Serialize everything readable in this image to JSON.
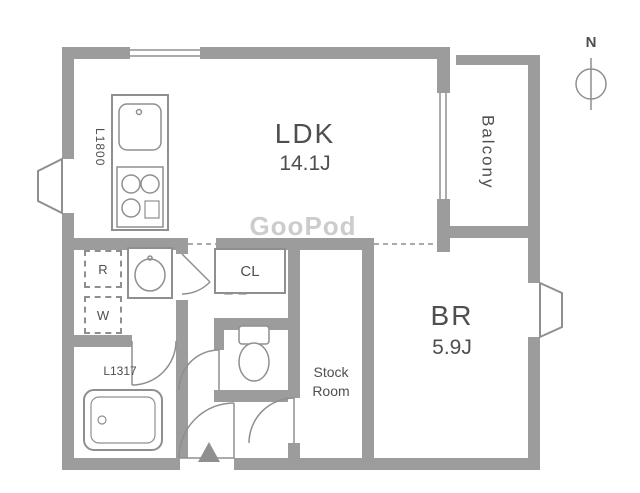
{
  "plan": {
    "compass": {
      "north_label": "N"
    },
    "watermark": "GooPod",
    "rooms": {
      "ldk": {
        "name": "LDK",
        "size": "14.1J"
      },
      "br": {
        "name": "BR",
        "size": "5.9J"
      },
      "balcony": {
        "name": "Balcony"
      },
      "closet": {
        "name": "CL"
      },
      "stock_room": {
        "line1": "Stock",
        "line2": "Room"
      }
    },
    "fixtures": {
      "kitchen_label": "L1800",
      "bath_label": "L1317",
      "refrigerator_label": "R",
      "washer_label": "W"
    }
  }
}
